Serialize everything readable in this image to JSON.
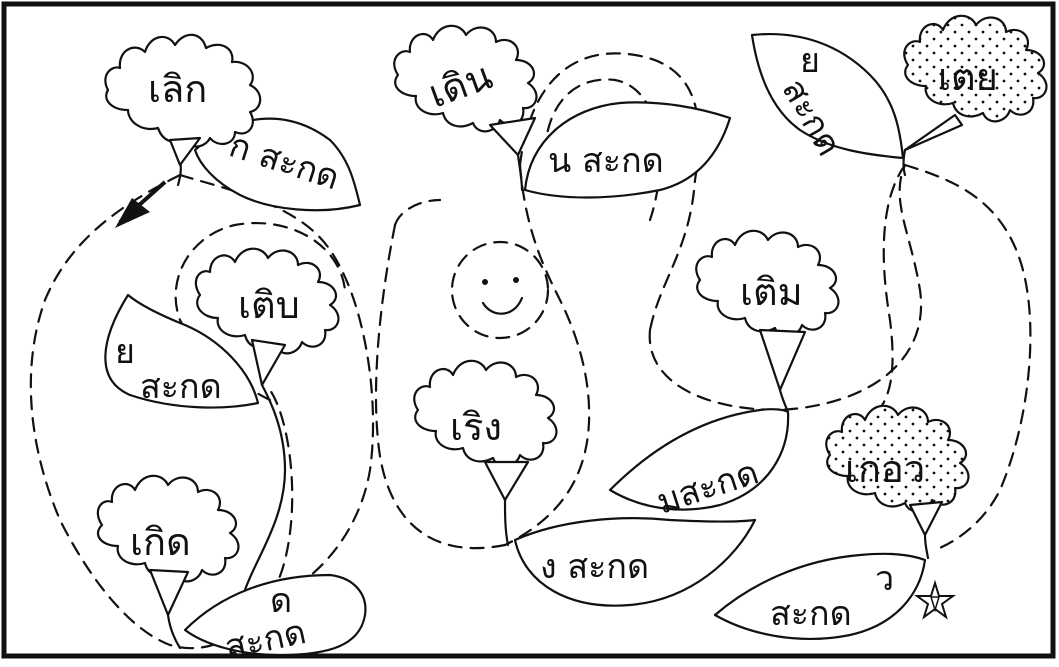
{
  "flowers": [
    {
      "id": "lek",
      "word": "เลิก",
      "dotted": false
    },
    {
      "id": "tib",
      "word": "เติบ",
      "dotted": false
    },
    {
      "id": "kerd",
      "word": "เกิด",
      "dotted": false
    },
    {
      "id": "dern",
      "word": "เดิน",
      "dotted": false
    },
    {
      "id": "reng",
      "word": "เริง",
      "dotted": false
    },
    {
      "id": "taem",
      "word": "เติม",
      "dotted": false
    },
    {
      "id": "dey",
      "word": "เตย",
      "dotted": true
    },
    {
      "id": "kaew",
      "word": "เกอว",
      "dotted": true
    }
  ],
  "leaves": [
    {
      "id": "k",
      "line1": "ก สะกด",
      "line2": ""
    },
    {
      "id": "y1",
      "line1": "ย",
      "line2": "สะกด"
    },
    {
      "id": "d",
      "line1": "ด",
      "line2": "สะกด"
    },
    {
      "id": "n",
      "line1": "น สะกด",
      "line2": ""
    },
    {
      "id": "ng",
      "line1": "ง สะกด",
      "line2": ""
    },
    {
      "id": "m",
      "line1": "มสะกด",
      "line2": ""
    },
    {
      "id": "y2",
      "line1": "ย",
      "line2": "สะกด"
    },
    {
      "id": "w",
      "line1": "ว",
      "line2": "สะกด"
    }
  ],
  "markers": {
    "star": "☆",
    "arrow": "arrow-icon",
    "smiley": "smiley-icon"
  }
}
